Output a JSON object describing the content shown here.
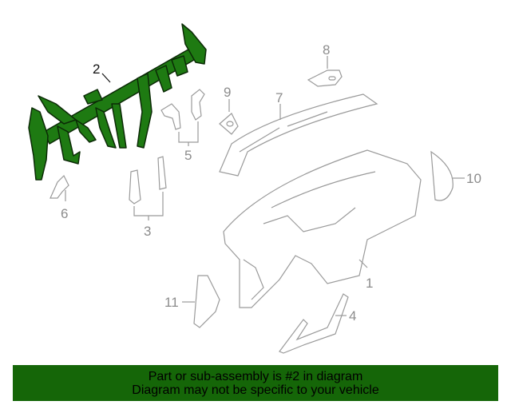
{
  "diagram": {
    "highlight_color": "#1e7a12",
    "line_color": "#9a9a9a",
    "callouts": [
      {
        "id": "1",
        "label": "1"
      },
      {
        "id": "2",
        "label": "2"
      },
      {
        "id": "3",
        "label": "3"
      },
      {
        "id": "4",
        "label": "4"
      },
      {
        "id": "5",
        "label": "5"
      },
      {
        "id": "6",
        "label": "6"
      },
      {
        "id": "7",
        "label": "7"
      },
      {
        "id": "8",
        "label": "8"
      },
      {
        "id": "9",
        "label": "9"
      },
      {
        "id": "10",
        "label": "10"
      },
      {
        "id": "11",
        "label": "11"
      }
    ],
    "highlighted_part": "2"
  },
  "banner": {
    "line1": "Part or sub-assembly is #2 in diagram",
    "line2": "Diagram may not be specific to your vehicle",
    "background": "#156608"
  }
}
